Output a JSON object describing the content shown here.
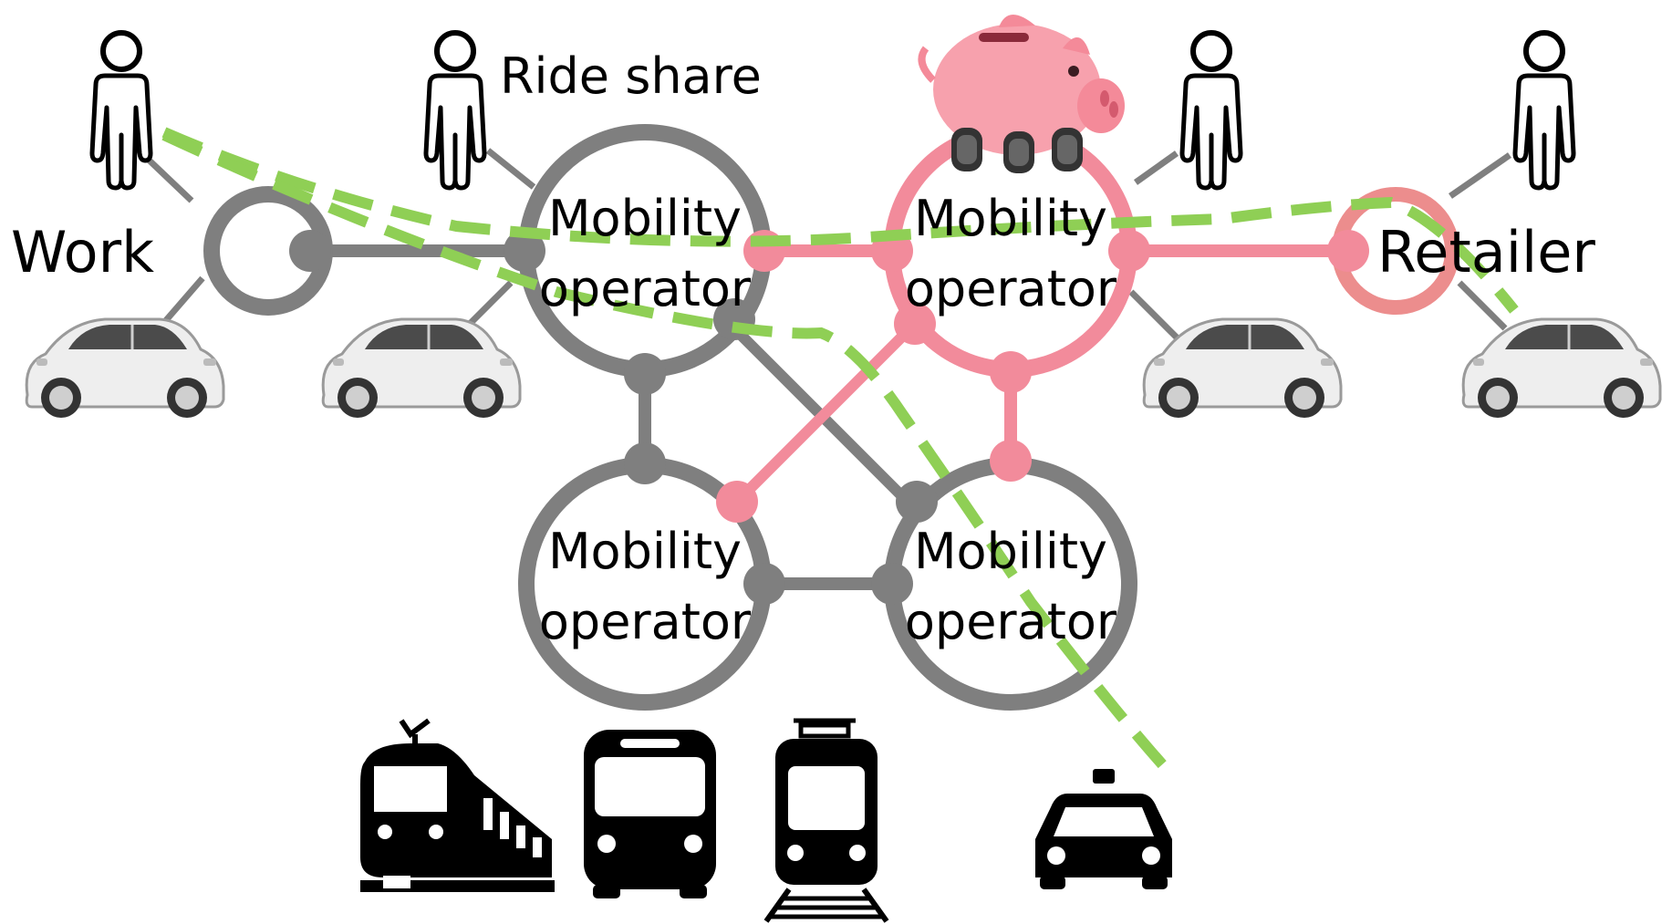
{
  "labels": {
    "work": "Work",
    "ride_share": "Ride share",
    "retailer": "Retailer",
    "operator_line1": "Mobility",
    "operator_line2": "operator"
  },
  "colors": {
    "gray_network": "#7f7f7f",
    "pink_network": "#f28b9b",
    "retailer_ring": "#ec8d8d",
    "green_route": "#8fcf55",
    "icon_fill": "#000000",
    "piggy_bank": "#f7a1ad"
  },
  "icons": {
    "people": [
      "person-icon",
      "person-icon",
      "person-icon",
      "person-icon"
    ],
    "cars": [
      "car-icon",
      "car-icon",
      "car-icon",
      "car-icon"
    ],
    "piggy": "piggy-bank-icon",
    "transport": [
      "train-icon",
      "bus-icon",
      "tram-icon",
      "taxi-icon"
    ]
  }
}
